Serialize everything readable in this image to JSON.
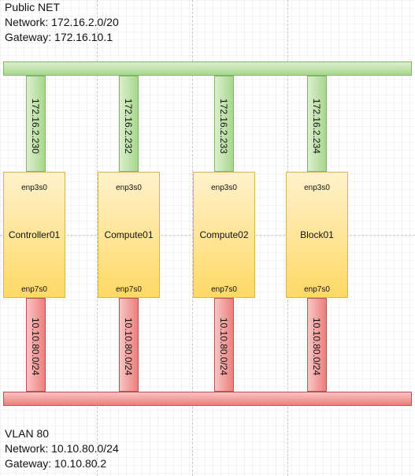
{
  "public_net": {
    "name": "Public NET",
    "network": "Network: 172.16.2.0/20",
    "gateway": "Gateway: 172.16.10.1",
    "color": "#82b366"
  },
  "vlan": {
    "name": "VLAN 80",
    "network": "Network: 10.10.80.0/24",
    "gateway": "Gateway: 10.10.80.2",
    "color": "#b85450"
  },
  "nodes": [
    {
      "name": "Controller01",
      "port_top": "enp3s0",
      "port_bottom": "enp7s0",
      "public_ip": "172.16.2.230",
      "vlan_ip": "10.10.80.0/24"
    },
    {
      "name": "Compute01",
      "port_top": "enp3s0",
      "port_bottom": "enp7s0",
      "public_ip": "172.16.2.232",
      "vlan_ip": "10.10.80.0/24"
    },
    {
      "name": "Compute02",
      "port_top": "enp3s0",
      "port_bottom": "enp7s0",
      "public_ip": "172.16.2.233",
      "vlan_ip": "10.10.80.0/24"
    },
    {
      "name": "Block01",
      "port_top": "enp3s0",
      "port_bottom": "enp7s0",
      "public_ip": "172.16.2.234",
      "vlan_ip": "10.10.80.0/24"
    }
  ],
  "colors": {
    "node_fill": "#ffd966",
    "node_border": "#d6b656"
  }
}
